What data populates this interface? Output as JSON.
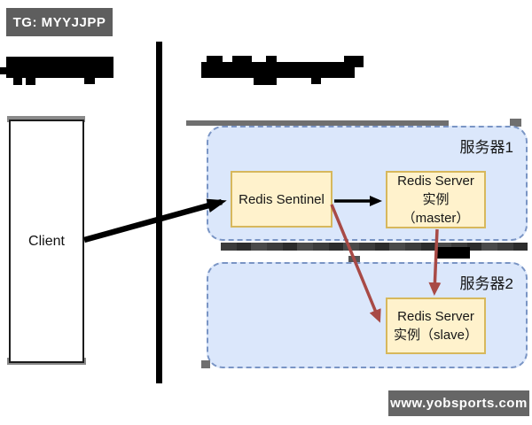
{
  "badges": {
    "top_left": "TG: MYYJJPP",
    "bottom_right": "www.yobsports.com"
  },
  "containers": {
    "server1_label": "服务器1",
    "server2_label": "服务器2"
  },
  "nodes": {
    "client_label": "Client",
    "sentinel_label": "Redis Sentinel",
    "master_line1": "Redis Server",
    "master_line2": "实例",
    "master_line3": "（master）",
    "slave_line1": "Redis Server",
    "slave_line2": "实例（slave）"
  },
  "colors": {
    "container_fill": "#dbe7fb",
    "container_border": "#7a95c5",
    "node_fill": "#fff2cc",
    "node_border": "#d7b85c",
    "red_arrow": "#a84a46",
    "badge_bg": "#5e5e5e"
  }
}
